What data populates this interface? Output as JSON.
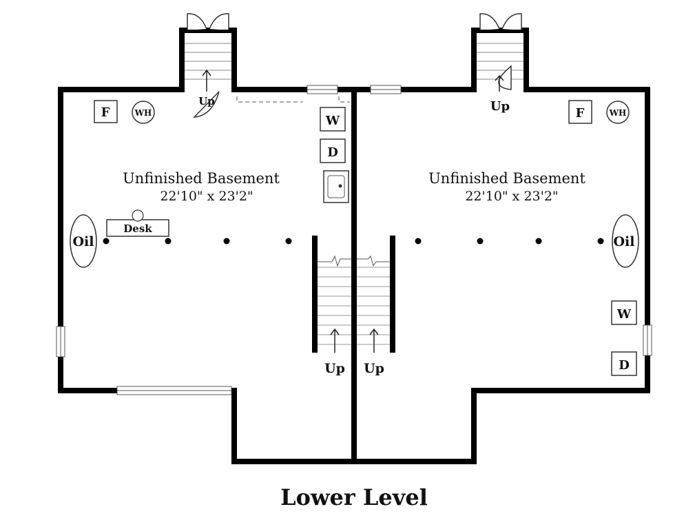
{
  "rooms": [
    {
      "name": "Unfinished Basement",
      "size": "22'10\" x 23'2\""
    },
    {
      "name": "Unfinished Basement",
      "size": "22'10\" x 23'2\""
    }
  ],
  "labels": {
    "up": "Up",
    "furnace": "F",
    "water_heater": "WH",
    "washer": "W",
    "dryer": "D",
    "oil": "Oil",
    "desk": "Desk",
    "title": "Lower Level"
  }
}
